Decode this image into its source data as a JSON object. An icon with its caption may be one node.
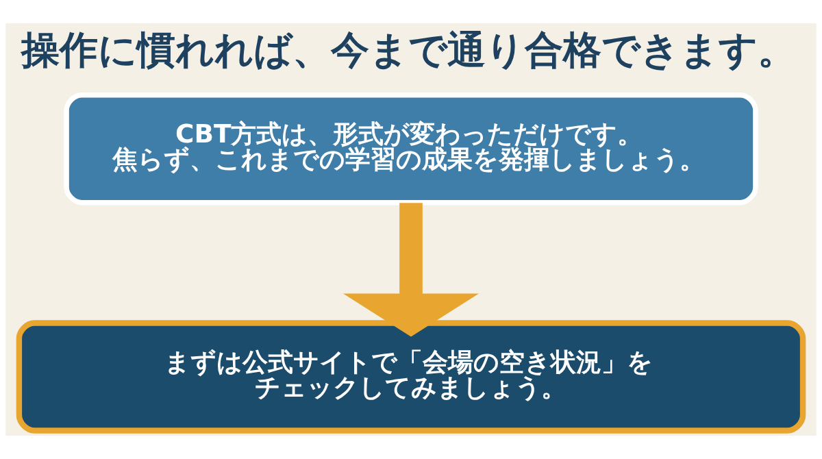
{
  "diagram": {
    "title": "操作に慣れれば、今まで通り合格できます。",
    "nodes": [
      {
        "text": [
          "CBT方式は、形式が変わっただけです。",
          "焦らず、これまでの学習の成果を発揮しましょう。"
        ]
      },
      {
        "text": [
          "まずは公式サイトで「会場の空き状況」をチェックしてみましょう。"
        ]
      }
    ],
    "edges": [
      {
        "from": 0,
        "to": 1,
        "arrow": "to",
        "color": "#e8a530"
      }
    ]
  }
}
